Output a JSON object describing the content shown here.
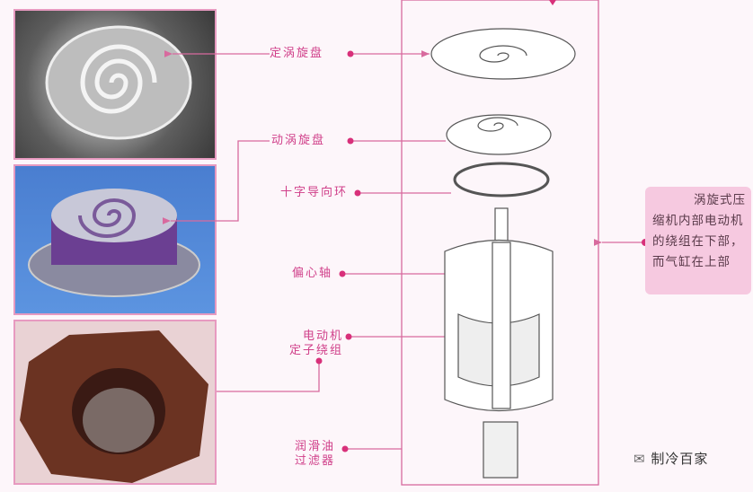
{
  "labels": {
    "fixed_scroll": "定涡旋盘",
    "orbiting_scroll": "动涡旋盘",
    "oldham_ring": "十字导向环",
    "eccentric_shaft": "偏心轴",
    "motor_stator_line1": "电动机",
    "motor_stator_line2": "定子绕组",
    "oil_filter_line1": "润滑油",
    "oil_filter_line2": "过滤器"
  },
  "note": {
    "line1": "涡旋式压",
    "rest": "缩机内部电动机的绕组在下部，而气缸在上部"
  },
  "watermark": "制冷百家",
  "colors": {
    "accent": "#d0408a",
    "line": "#d86a9e",
    "note_bg": "#f6c9e0"
  }
}
